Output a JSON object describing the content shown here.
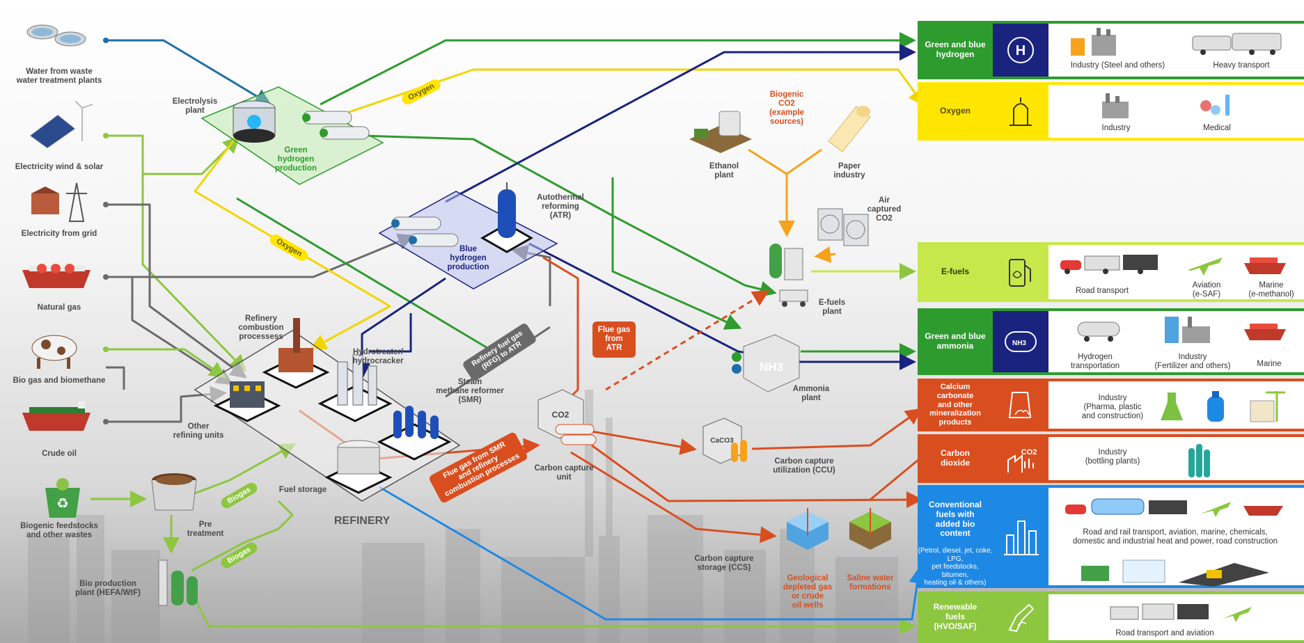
{
  "sources": {
    "water": "Water from waste\nwater treatment plants",
    "wind_solar": "Electricity wind & solar",
    "grid": "Electricity from grid",
    "natural_gas": "Natural gas",
    "biogas": "Bio gas and biomethane",
    "crude": "Crude oil",
    "biogenic": "Biogenic feedstocks\nand other wastes"
  },
  "process": {
    "electrolysis": "Electrolysis\nplant",
    "green_h2": "Green\nhydrogen\nproduction",
    "blue_h2": "Blue\nhydrogen\nproduction",
    "atr": "Autothermal\nreforming\n(ATR)",
    "refinery_combustion": "Refinery\ncombustion\nprocessess",
    "hydrotreater": "Hydrotreater/\nhydrocracker",
    "other_refining": "Other\nrefining units",
    "smr": "Steam\nmethane reformer\n(SMR)",
    "fuel_storage": "Fuel storage",
    "refinery": "REFINERY",
    "pretreatment": "Pre\ntreatment",
    "bio_production": "Bio production\nplant (HEFA/WtF)",
    "carbon_capture_unit": "Carbon capture\nunit",
    "ccu": "Carbon capture\nutilization (CCU)",
    "ccs": "Carbon capture\nstorage (CCS)",
    "geological": "Geological\ndepleted gas\nor crude\noil wells",
    "saline": "Saline water\nformations",
    "biogenic_co2": "Biogenic\nCO2\n(example\nsources)",
    "ethanol": "Ethanol\nplant",
    "paper": "Paper\nindustry",
    "air_captured": "Air\ncaptured\nCO2",
    "efuels_plant": "E-fuels\nplant",
    "ammonia_plant": "Ammonia\nplant",
    "nh3": "NH3",
    "co2": "CO2",
    "caco3": "CaCO3"
  },
  "flow_labels": {
    "oxygen1": "Oxygen",
    "oxygen2": "Oxygen",
    "refinery_fuel_gas": "Refinery fuel gas\n(RFG) to ATR",
    "flue_atr": "Flue gas\nfrom\nATR",
    "flue_smr": "Flue gas from SMR\nand refinery\ncombustion processes",
    "biogas1": "Biogas",
    "biogas2": "Biogas"
  },
  "outputs": [
    {
      "key": "h2",
      "category": "Green and blue\nhydrogen",
      "icon": "hydrogen-symbol-icon",
      "uses": [
        "Industry (Steel and others)",
        "Heavy transport"
      ]
    },
    {
      "key": "oxygen",
      "category": "Oxygen",
      "icon": "oxygen-tank-icon",
      "uses": [
        "Industry",
        "Medical"
      ]
    },
    {
      "key": "efuels",
      "category": "E-fuels",
      "icon": "fuel-pump-icon",
      "uses": [
        "Road transport",
        "Aviation\n(e-SAF)",
        "Marine\n(e-methanol)"
      ]
    },
    {
      "key": "ammonia",
      "category": "Green and blue\nammonia",
      "icon": "ammonia-tank-icon",
      "uses": [
        "Hydrogen\ntransportation",
        "Industry\n(Fertilizer and others)",
        "Marine"
      ]
    },
    {
      "key": "caco3",
      "category": "Calcium\ncarbonate\nand other\nmineralization\nproducts",
      "icon": "powder-bag-icon",
      "uses": [
        "Industry\n(Pharma, plastic\nand construction)"
      ]
    },
    {
      "key": "co2",
      "category": "Carbon\ndioxide",
      "icon": "co2-factory-icon",
      "uses": [
        "Industry\n(bottling plants)"
      ]
    },
    {
      "key": "conventional",
      "category": "Conventional\nfuels with\nadded bio\ncontent",
      "note": "(Petrol, diesel, jet, coke, LPG,\npet feedstocks, bitumen,\nheating oil & others)",
      "icon": "refinery-tower-icon",
      "uses": [
        "Road and rail transport, aviation, marine, chemicals,\ndomestic and industrial heat and power, road construction"
      ]
    },
    {
      "key": "renewable",
      "category": "Renewable\nfuels\n(HVO/SAF)",
      "icon": "fuel-nozzle-icon",
      "uses": [
        "Road transport and aviation"
      ]
    }
  ],
  "colors": {
    "green": "#2e9b2e",
    "lime": "#8dc63f",
    "blue": "#1a237e",
    "yellow": "#ffe600",
    "orange": "#d94e1f",
    "gray": "#6a6a6a",
    "teal": "#1e6fa8",
    "light_blue": "#1e88e5",
    "light_orange": "#f7a21b"
  }
}
